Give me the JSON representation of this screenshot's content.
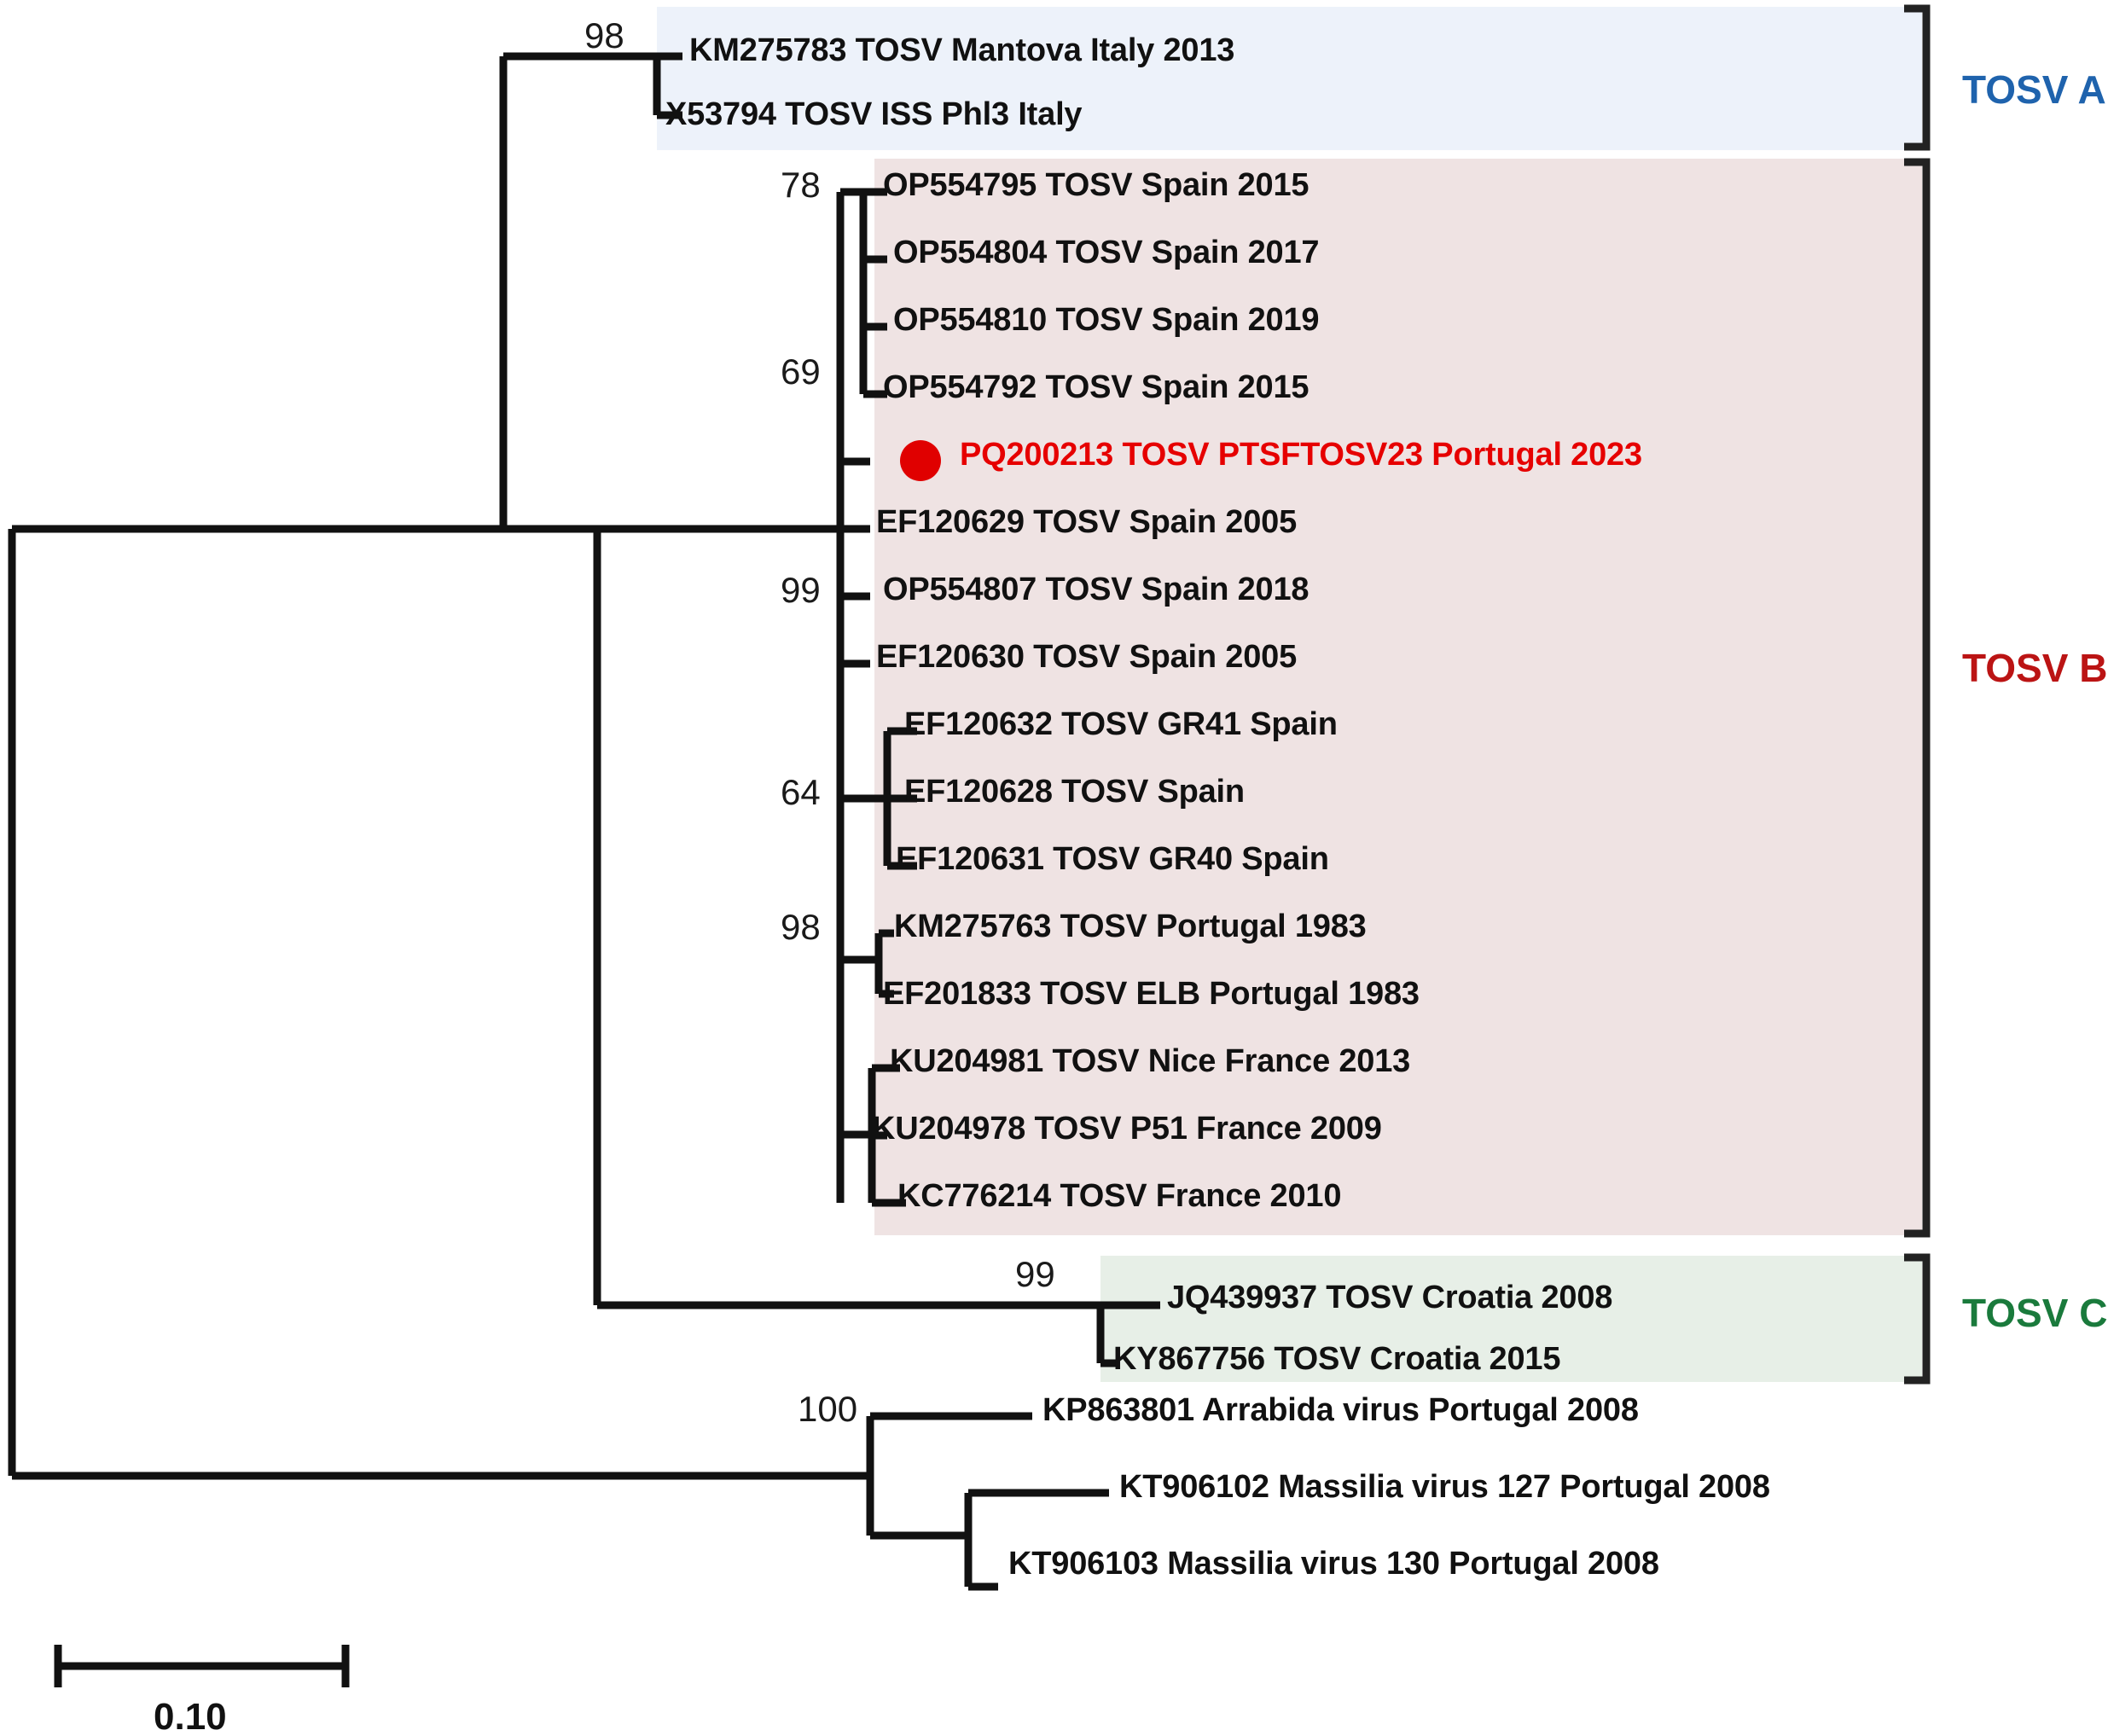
{
  "figure": {
    "type": "phylogenetic-tree",
    "scale_bar": {
      "label": "0.10",
      "value": 0.1
    }
  },
  "clade_labels": [
    {
      "name": "tosv-a",
      "text": "TOSV A",
      "color": "#1f63ad",
      "highlight": "#edf2fa"
    },
    {
      "name": "tosv-b",
      "text": "TOSV B",
      "color": "#bb1414",
      "highlight": "#efe3e3"
    },
    {
      "name": "tosv-c",
      "text": "TOSV C",
      "color": "#1a7a3c",
      "highlight": "#e7efe7"
    }
  ],
  "taxa": [
    {
      "label": "KM275783 TOSV Mantova Italy 2013",
      "clade": "TOSV A",
      "highlighted": false
    },
    {
      "label": "X53794 TOSV ISS Phl3 Italy",
      "clade": "TOSV A",
      "highlighted": false
    },
    {
      "label": "OP554795 TOSV Spain 2015",
      "clade": "TOSV B",
      "highlighted": false
    },
    {
      "label": "OP554804 TOSV Spain 2017",
      "clade": "TOSV B",
      "highlighted": false
    },
    {
      "label": "OP554810 TOSV Spain 2019",
      "clade": "TOSV B",
      "highlighted": false
    },
    {
      "label": "OP554792 TOSV Spain 2015",
      "clade": "TOSV B",
      "highlighted": false
    },
    {
      "label": "PQ200213 TOSV PTSFTOSV23 Portugal 2023",
      "clade": "TOSV B",
      "highlighted": true
    },
    {
      "label": "EF120629 TOSV Spain 2005",
      "clade": "TOSV B",
      "highlighted": false
    },
    {
      "label": "OP554807 TOSV Spain 2018",
      "clade": "TOSV B",
      "highlighted": false
    },
    {
      "label": "EF120630 TOSV Spain 2005",
      "clade": "TOSV B",
      "highlighted": false
    },
    {
      "label": "EF120632 TOSV GR41 Spain",
      "clade": "TOSV B",
      "highlighted": false
    },
    {
      "label": "EF120628 TOSV Spain",
      "clade": "TOSV B",
      "highlighted": false
    },
    {
      "label": "EF120631 TOSV GR40 Spain",
      "clade": "TOSV B",
      "highlighted": false
    },
    {
      "label": "KM275763 TOSV Portugal 1983",
      "clade": "TOSV B",
      "highlighted": false
    },
    {
      "label": "EF201833 TOSV ELB Portugal 1983",
      "clade": "TOSV B",
      "highlighted": false
    },
    {
      "label": "KU204981 TOSV Nice France 2013",
      "clade": "TOSV B",
      "highlighted": false
    },
    {
      "label": "KU204978 TOSV P51 France 2009",
      "clade": "TOSV B",
      "highlighted": false
    },
    {
      "label": "KC776214 TOSV France 2010",
      "clade": "TOSV B",
      "highlighted": false
    },
    {
      "label": "JQ439937 TOSV Croatia 2008",
      "clade": "TOSV C",
      "highlighted": false
    },
    {
      "label": "KY867756 TOSV Croatia 2015",
      "clade": "TOSV C",
      "highlighted": false
    },
    {
      "label": "KP863801 Arrabida virus Portugal 2008",
      "clade": "outgroup",
      "highlighted": false
    },
    {
      "label": "KT906102 Massilia virus 127 Portugal 2008",
      "clade": "outgroup",
      "highlighted": false
    },
    {
      "label": "KT906103 Massilia virus 130 Portugal 2008",
      "clade": "outgroup",
      "highlighted": false
    }
  ],
  "bootstrap_values": [
    {
      "name": "node-tosv-a",
      "value": "98"
    },
    {
      "name": "node-78",
      "value": "78"
    },
    {
      "name": "node-69",
      "value": "69"
    },
    {
      "name": "node-99-tosvb",
      "value": "99"
    },
    {
      "name": "node-64",
      "value": "64"
    },
    {
      "name": "node-98-portugal",
      "value": "98"
    },
    {
      "name": "node-99-tosvc",
      "value": "99"
    },
    {
      "name": "node-100-outgroup",
      "value": "100"
    }
  ],
  "marker": {
    "name": "new-sequence-dot",
    "color": "#e00000"
  }
}
